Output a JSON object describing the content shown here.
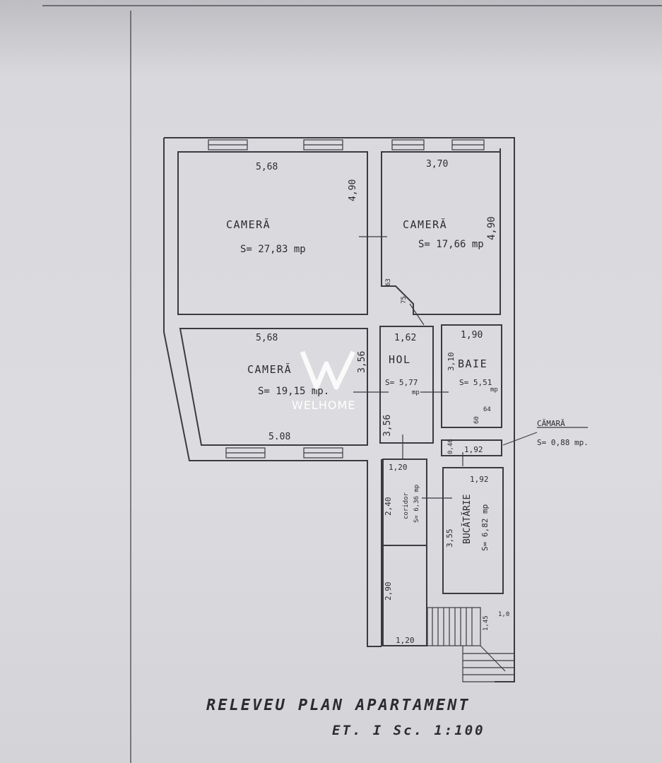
{
  "plan": {
    "title": "RELEVEU PLAN APARTAMENT",
    "subtitle": "ET. I  Sc. 1:100",
    "watermark": "WELHOME",
    "rooms": [
      {
        "id": "camera1",
        "name": "CAMERĂ",
        "area": "S= 27,83 mp",
        "dims": [
          "5,68",
          "4,90"
        ]
      },
      {
        "id": "camera2",
        "name": "CAMERĂ",
        "area": "S= 17,66 mp",
        "dims": [
          "3,70",
          "4,90"
        ]
      },
      {
        "id": "camera3",
        "name": "CAMERĂ",
        "area": "S= 19,15 mp.",
        "dims": [
          "5,68",
          "3,56",
          "5.08"
        ]
      },
      {
        "id": "hol",
        "name": "HOL",
        "area": "S= 5,77",
        "unit": "mp",
        "dims": [
          "1,62",
          "3,56"
        ]
      },
      {
        "id": "baie",
        "name": "BAIE",
        "area": "S= 5,51",
        "unit": "mp",
        "dims": [
          "1,90",
          "3,10"
        ]
      },
      {
        "id": "camara",
        "name": "CĂMARĂ",
        "area": "S= 0,88 mp.",
        "dims": [
          "1,92",
          "0,46"
        ]
      },
      {
        "id": "bucatarie",
        "name": "BUCĂTĂRIE",
        "area": "S= 6,82 mp",
        "dims": [
          "1,92",
          "3,55"
        ]
      },
      {
        "id": "coridor",
        "name": "coridor",
        "area": "S= 6,36 mp",
        "dims": [
          "1,20",
          "2,40"
        ]
      }
    ],
    "extra_dims": [
      "63",
      "75",
      "60",
      "64",
      "2,90",
      "1,20",
      "1,0",
      "1,45"
    ]
  }
}
